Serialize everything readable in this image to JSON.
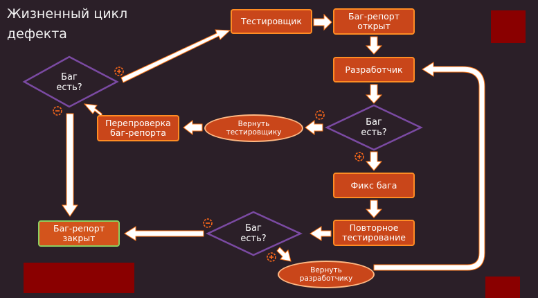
{
  "title": {
    "line1": "Жизненный цикл",
    "line2": "дефекта"
  },
  "nodes": {
    "tester": "Тестировщик",
    "report_open": "Баг-репорт\nоткрыт",
    "developer": "Разработчик",
    "bug_exists_1": "Баг\nесть?",
    "return_tester": "Вернуть\nтестировщику",
    "recheck": "Перепроверка\nбаг-репорта",
    "bug_exists_2": "Баг\nесть?",
    "fix_bug": "Фикс бага",
    "retest": "Повторное\nтестирование",
    "bug_exists_3": "Баг\nесть?",
    "report_closed": "Баг-репорт\nзакрыт",
    "return_dev": "Вернуть\nразработчику"
  },
  "colors": {
    "background": "#2b1f28",
    "box_fill": "#c9461a",
    "box_border": "#ff8c24",
    "closed_border": "#8bd060",
    "decision_border": "#7b4aa3",
    "arrow": "#ffffff",
    "arrow_outline": "#ff7a1a",
    "deco_block": "#8a0000"
  },
  "markers": {
    "yes_icon": "plus-circle-icon",
    "no_icon": "minus-circle-icon"
  }
}
